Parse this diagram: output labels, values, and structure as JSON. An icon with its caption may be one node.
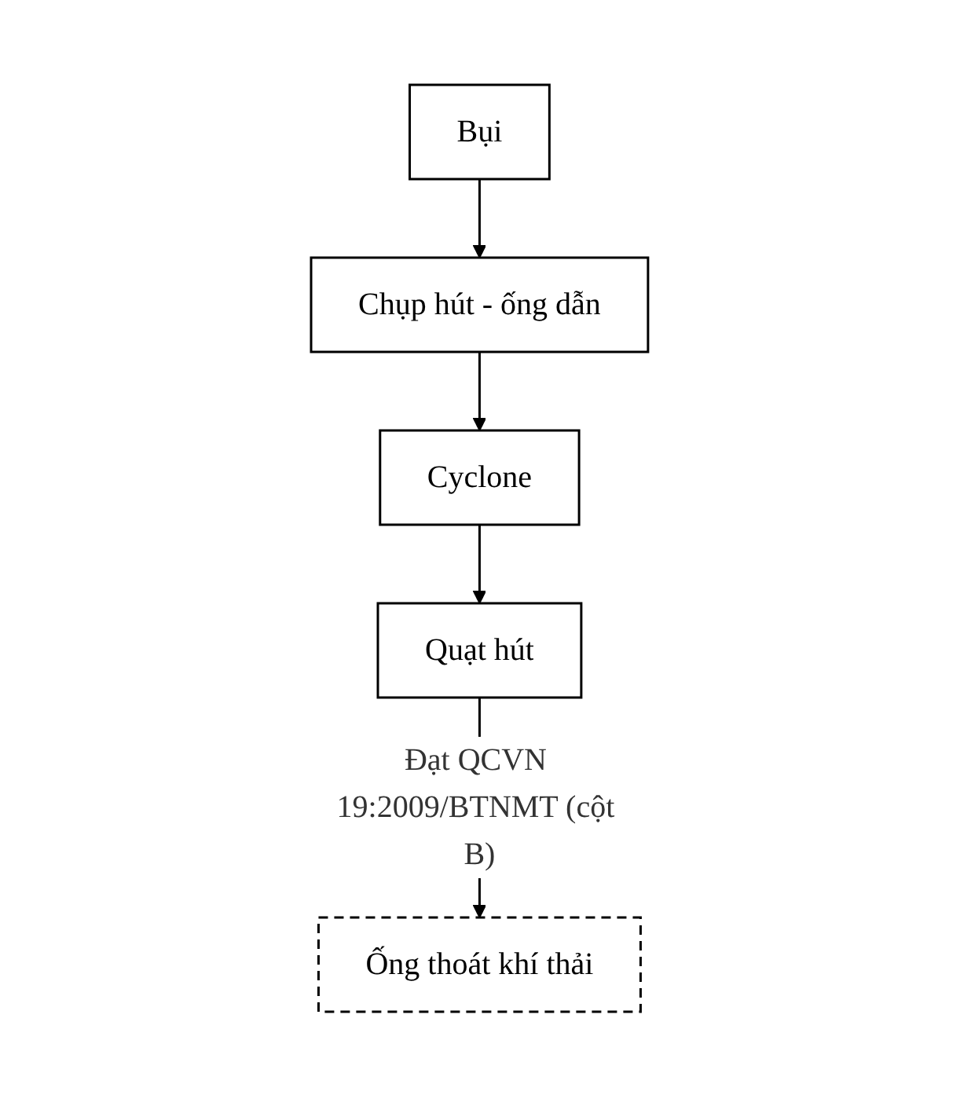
{
  "diagram": {
    "nodes": [
      {
        "text": [
          "Bụi"
        ]
      },
      {
        "text": [
          "Chụp hút - ống dẫn"
        ]
      },
      {
        "text": [
          "Cyclone"
        ]
      },
      {
        "text": [
          "Quạt hút"
        ]
      },
      {
        "text": [
          "Ống thoát khí thải"
        ]
      }
    ],
    "edges": [
      {
        "from": 0,
        "to": 1,
        "arrow": "to"
      },
      {
        "from": 1,
        "to": 2,
        "arrow": "to"
      },
      {
        "from": 2,
        "to": 3,
        "arrow": "to"
      },
      {
        "from": 3,
        "to": 4,
        "arrow": "to",
        "label": "Đạt QCVN 19:2009/BTNMT (cột B)"
      }
    ]
  }
}
